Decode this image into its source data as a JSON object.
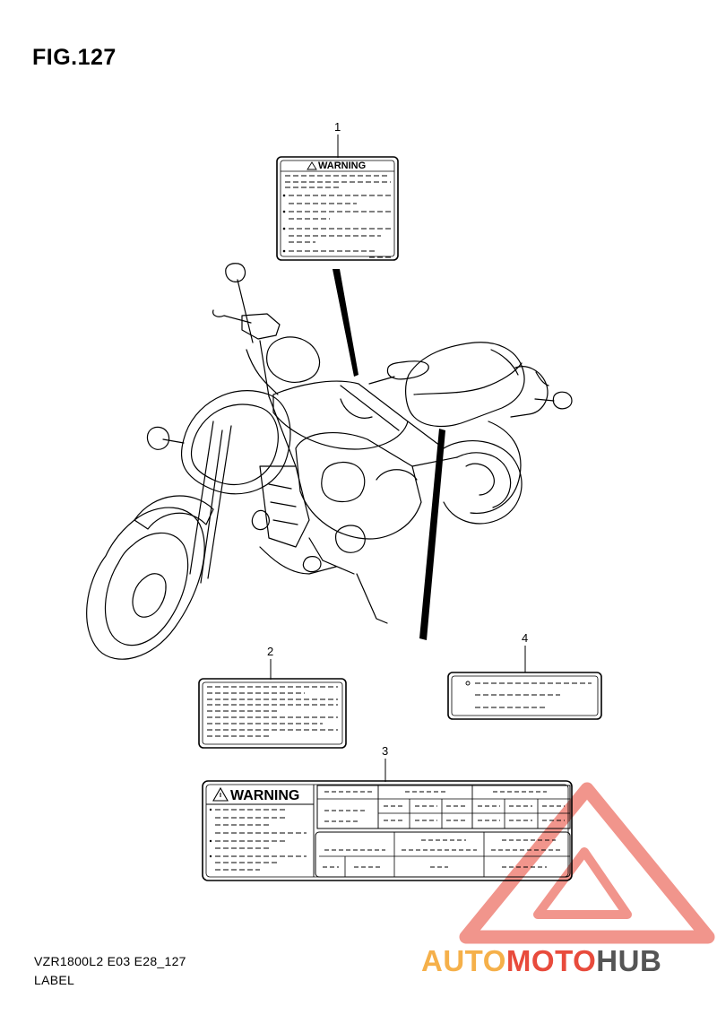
{
  "figure": {
    "title": "FIG.127",
    "model_code": "VZR1800L2 E03 E28_127",
    "caption": "LABEL"
  },
  "callouts": [
    "1",
    "2",
    "3",
    "4"
  ],
  "labels": {
    "warning_text": "WARNING"
  },
  "watermark": {
    "part1": "AUTO",
    "part2": "MOTO",
    "part3": "HUB",
    "colors": {
      "auto": "#f5b04a",
      "moto": "#e84b3c",
      "hub": "#555555",
      "triangle": "#f08a80"
    }
  }
}
